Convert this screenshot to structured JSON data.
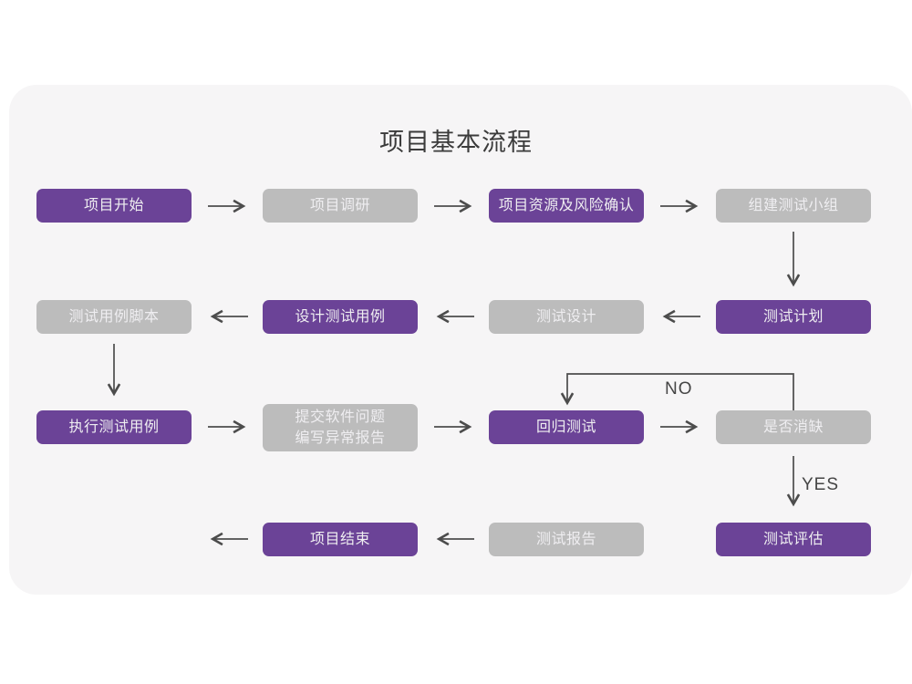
{
  "title": "项目基本流程",
  "colors": {
    "purple": "#6b4397",
    "gray": "#bcbcbc",
    "node_text": "#efeef1",
    "arrow": "#4c4c4c",
    "card_bg": "#f6f5f6",
    "title_color": "#3b3b3b",
    "edge_label_color": "#454545"
  },
  "edge_labels": {
    "no": "NO",
    "yes": "YES"
  },
  "nodes": [
    {
      "id": "project-start",
      "label": "项目开始",
      "variant": "purple"
    },
    {
      "id": "project-research",
      "label": "项目调研",
      "variant": "gray"
    },
    {
      "id": "resources-risk",
      "label": "项目资源及风险确认",
      "variant": "purple"
    },
    {
      "id": "form-test-team",
      "label": "组建测试小组",
      "variant": "gray"
    },
    {
      "id": "test-case-script",
      "label": "测试用例脚本",
      "variant": "gray"
    },
    {
      "id": "design-test-cases",
      "label": "设计测试用例",
      "variant": "purple"
    },
    {
      "id": "test-design",
      "label": "测试设计",
      "variant": "gray"
    },
    {
      "id": "test-plan",
      "label": "测试计划",
      "variant": "purple"
    },
    {
      "id": "execute-test-cases",
      "label": "执行测试用例",
      "variant": "purple"
    },
    {
      "id": "submit-issues",
      "label": "提交软件问题\n编写异常报告",
      "variant": "gray"
    },
    {
      "id": "regression-test",
      "label": "回归测试",
      "variant": "purple"
    },
    {
      "id": "defect-resolved",
      "label": "是否消缺",
      "variant": "gray"
    },
    {
      "id": "test-evaluation",
      "label": "测试评估",
      "variant": "purple"
    },
    {
      "id": "test-report",
      "label": "测试报告",
      "variant": "gray"
    },
    {
      "id": "project-end",
      "label": "项目结束",
      "variant": "purple"
    }
  ]
}
